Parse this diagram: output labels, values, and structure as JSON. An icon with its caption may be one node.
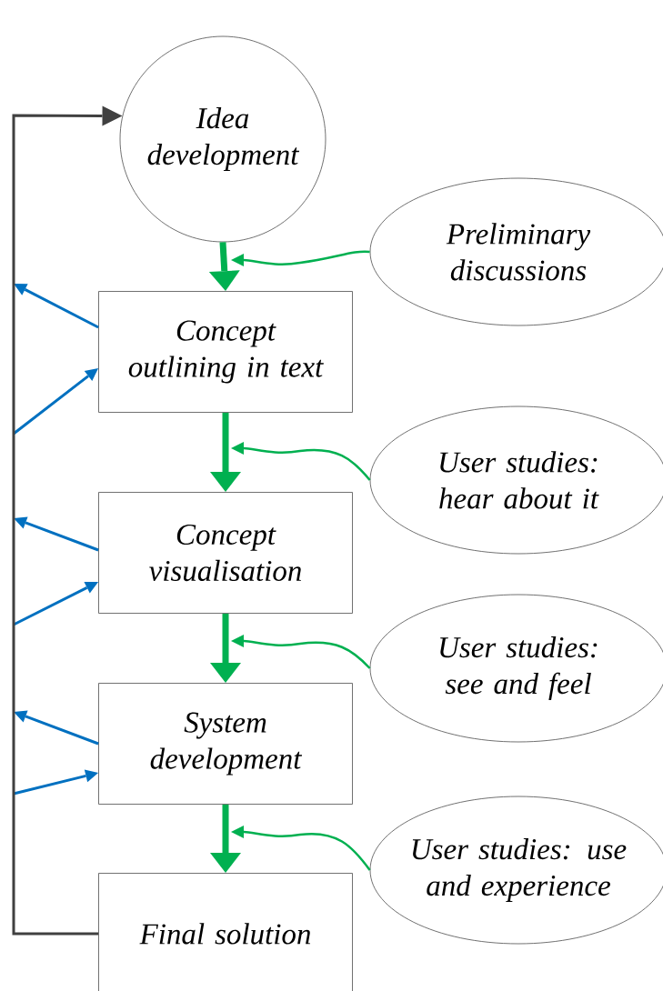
{
  "diagram": {
    "nodes": [
      {
        "text": [
          "Idea development"
        ]
      },
      {
        "text": [
          "Preliminary discussions"
        ]
      },
      {
        "text": [
          "Concept outlining in text"
        ]
      },
      {
        "text": [
          "User studies: hear about it"
        ]
      },
      {
        "text": [
          "Concept visualisation"
        ]
      },
      {
        "text": [
          "User studies: see and feel"
        ]
      },
      {
        "text": [
          "System development"
        ]
      },
      {
        "text": [
          "User studies: use and experience"
        ]
      },
      {
        "text": [
          "Final solution"
        ]
      }
    ],
    "edges": [
      {
        "from": 0,
        "to": 2,
        "arrow": "to",
        "style": "thick"
      },
      {
        "from": 2,
        "to": 4,
        "arrow": "to",
        "style": "thick"
      },
      {
        "from": 4,
        "to": 6,
        "arrow": "to",
        "style": "thick"
      },
      {
        "from": 6,
        "to": 8,
        "arrow": "to",
        "style": "thick"
      },
      {
        "from": 1,
        "to": null,
        "arrow": "to"
      },
      {
        "from": 3,
        "to": null,
        "arrow": "to"
      },
      {
        "from": 5,
        "to": null,
        "arrow": "to"
      },
      {
        "from": 7,
        "to": null,
        "arrow": "to"
      },
      {
        "from": 2,
        "to": null,
        "arrow": "to",
        "color": "#0070c0"
      },
      {
        "from": null,
        "to": 2,
        "arrow": "to",
        "color": "#0070c0"
      },
      {
        "from": 4,
        "to": null,
        "arrow": "to",
        "color": "#0070c0"
      },
      {
        "from": null,
        "to": 4,
        "arrow": "to",
        "color": "#0070c0"
      },
      {
        "from": 6,
        "to": null,
        "arrow": "to",
        "color": "#0070c0"
      },
      {
        "from": null,
        "to": 6,
        "arrow": "to",
        "color": "#0070c0"
      },
      {
        "from": 8,
        "to": 0,
        "arrow": "to",
        "color": "#404040"
      }
    ]
  }
}
